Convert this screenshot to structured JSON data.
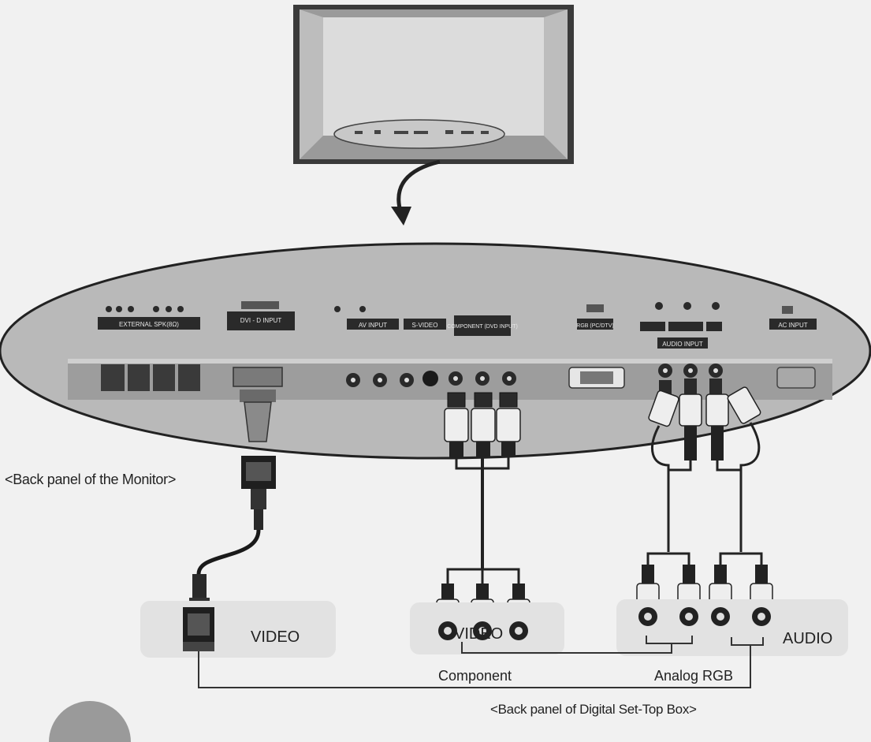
{
  "captions": {
    "monitor_back_panel": "<Back panel of the Monitor>",
    "stb_back_panel": "<Back panel of Digital Set-Top Box>"
  },
  "stb_labels": {
    "video_dvi": "VIDEO",
    "video_component": "VIDEO",
    "audio": "AUDIO",
    "component": "Component",
    "analog_rgb": "Analog RGB"
  },
  "panel_labels": {
    "external_speaker": "EXTERNAL SPK(8Ω)",
    "dvi_input": "DVI - D INPUT",
    "av_input": "AV INPUT",
    "s_video": "S-VIDEO",
    "component_input": "COMPONENT (DVD INPUT)",
    "rgb_input": "RGB (PC/DTV)",
    "audio_input": "AUDIO INPUT",
    "ac_input": "AC INPUT"
  },
  "colors": {
    "background": "#f1f1f1",
    "panel_fill": "#b9b9b9",
    "connector_dark": "#2a2a2a",
    "stb_box": "#e2e2e2"
  }
}
